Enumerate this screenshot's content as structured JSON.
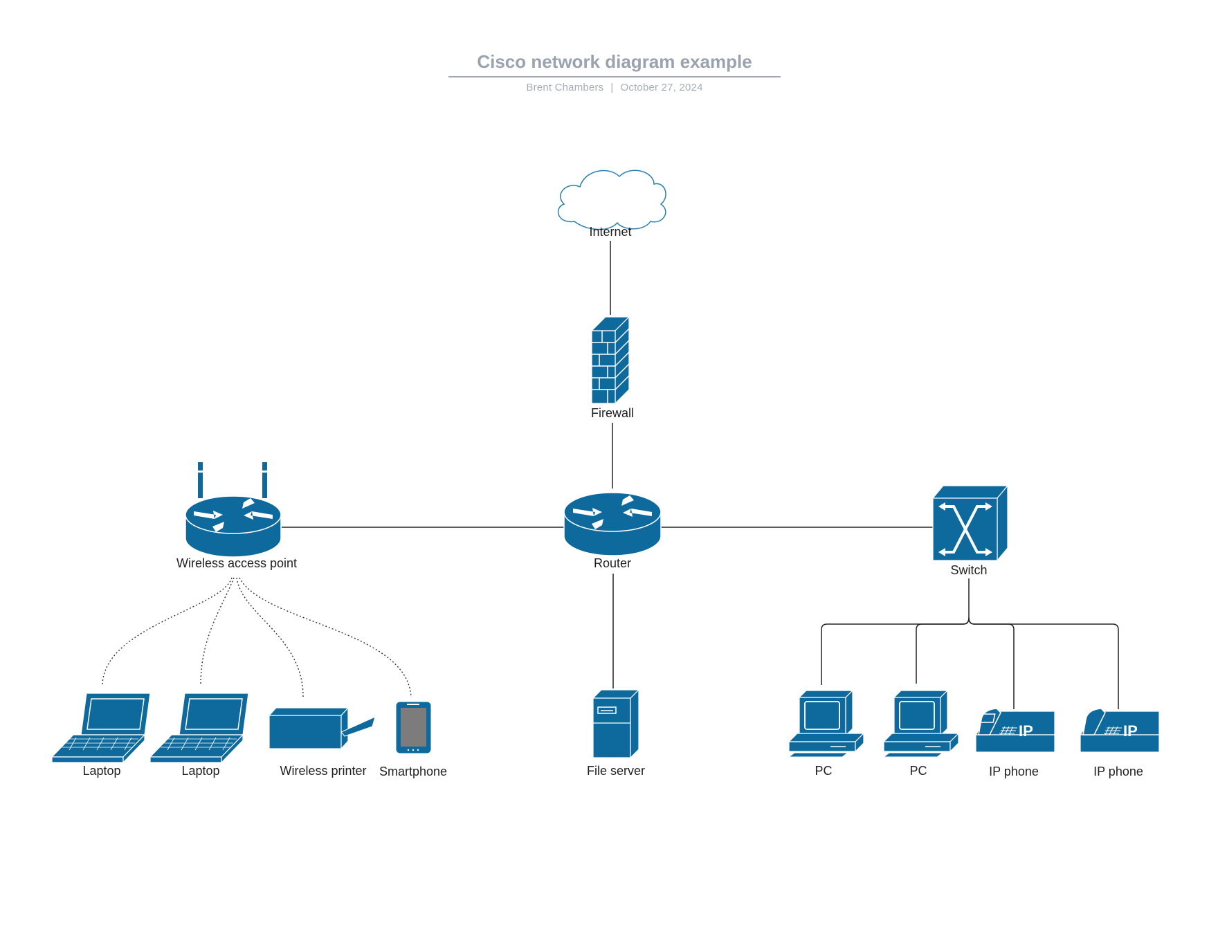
{
  "header": {
    "title": "Cisco network diagram example",
    "author": "Brent Chambers",
    "separator": "|",
    "date": "October 27, 2024"
  },
  "colors": {
    "device": "#0e6a9c",
    "title": "#9aa2ad",
    "connector": "#222222"
  },
  "nodes": {
    "internet": {
      "label": "Internet",
      "icon": "cloud-icon"
    },
    "firewall": {
      "label": "Firewall",
      "icon": "firewall-icon"
    },
    "router": {
      "label": "Router",
      "icon": "router-icon"
    },
    "wap": {
      "label": "Wireless access point",
      "icon": "wireless-router-icon"
    },
    "switch": {
      "label": "Switch",
      "icon": "switch-icon"
    },
    "laptop1": {
      "label": "Laptop",
      "icon": "laptop-icon"
    },
    "laptop2": {
      "label": "Laptop",
      "icon": "laptop-icon"
    },
    "printer": {
      "label": "Wireless printer",
      "icon": "printer-icon"
    },
    "smartphone": {
      "label": "Smartphone",
      "icon": "smartphone-icon"
    },
    "fileserver": {
      "label": "File server",
      "icon": "server-icon"
    },
    "pc1": {
      "label": "PC",
      "icon": "pc-icon"
    },
    "pc2": {
      "label": "PC",
      "icon": "pc-icon"
    },
    "phone1": {
      "label": "IP phone",
      "icon": "ip-phone-icon",
      "badge": "IP"
    },
    "phone2": {
      "label": "IP phone",
      "icon": "ip-phone-icon",
      "badge": "IP"
    }
  },
  "connections": [
    {
      "from": "internet",
      "to": "firewall",
      "style": "solid"
    },
    {
      "from": "firewall",
      "to": "router",
      "style": "solid"
    },
    {
      "from": "router",
      "to": "wap",
      "style": "solid"
    },
    {
      "from": "router",
      "to": "switch",
      "style": "solid"
    },
    {
      "from": "router",
      "to": "fileserver",
      "style": "solid"
    },
    {
      "from": "wap",
      "to": "laptop1",
      "style": "dotted"
    },
    {
      "from": "wap",
      "to": "laptop2",
      "style": "dotted"
    },
    {
      "from": "wap",
      "to": "printer",
      "style": "dotted"
    },
    {
      "from": "wap",
      "to": "smartphone",
      "style": "dotted"
    },
    {
      "from": "switch",
      "to": "pc1",
      "style": "solid"
    },
    {
      "from": "switch",
      "to": "pc2",
      "style": "solid"
    },
    {
      "from": "switch",
      "to": "phone1",
      "style": "solid"
    },
    {
      "from": "switch",
      "to": "phone2",
      "style": "solid"
    }
  ]
}
